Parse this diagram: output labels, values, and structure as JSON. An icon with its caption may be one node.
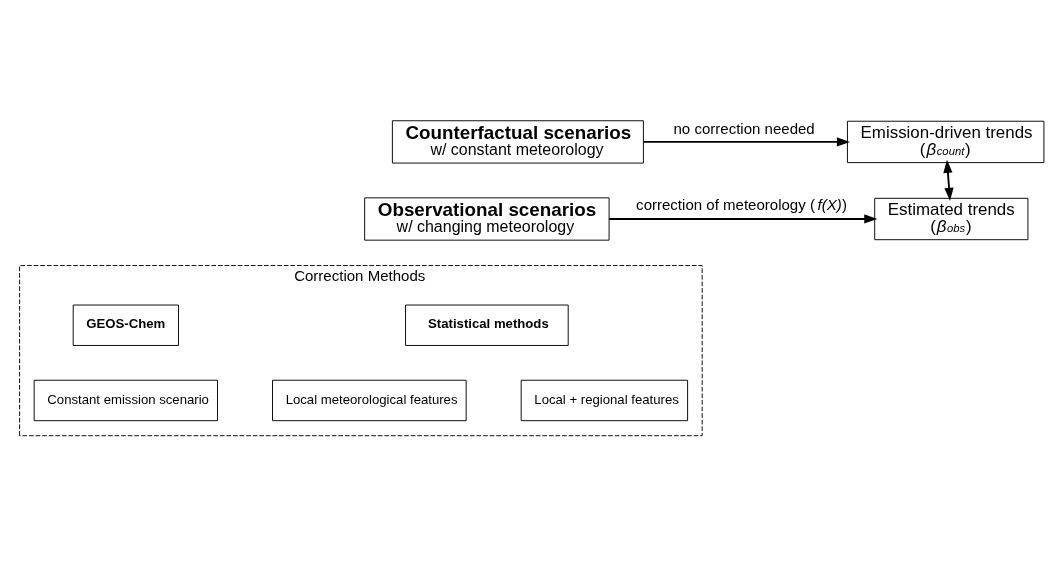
{
  "diagram": {
    "nodes": [
      {
        "text": [
          "Counterfactual scenarios",
          "w/ constant meteorology"
        ]
      },
      {
        "text": [
          "Emission-driven trends",
          "(*β$^{count}$*)"
        ]
      },
      {
        "text": [
          "Observational scenarios",
          "w/ changing meteorology"
        ]
      },
      {
        "text": [
          "Estimated trends",
          "(*β$^{obs}$*)"
        ]
      },
      {
        "text": [
          "Correction Methods"
        ]
      },
      {
        "text": [
          "Statistical methods"
        ],
        "in": 4
      },
      {
        "text": [
          "GEOS-Chem"
        ],
        "in": 4
      },
      {
        "text": [
          "Local meteorological features"
        ],
        "in": 4
      },
      {
        "text": [
          "Local + regional features"
        ],
        "in": 4
      },
      {
        "text": [
          "Constant emission scenario"
        ],
        "in": 4
      }
    ],
    "edges": [
      {
        "from": 0,
        "to": 1,
        "arrow": "to",
        "label": "no correction needed"
      },
      {
        "from": 2,
        "to": 3,
        "arrow": "to",
        "label": "correction of meteorology (*f(X)*)"
      },
      {
        "from": 1,
        "to": 3,
        "arrow": "both"
      }
    ]
  }
}
